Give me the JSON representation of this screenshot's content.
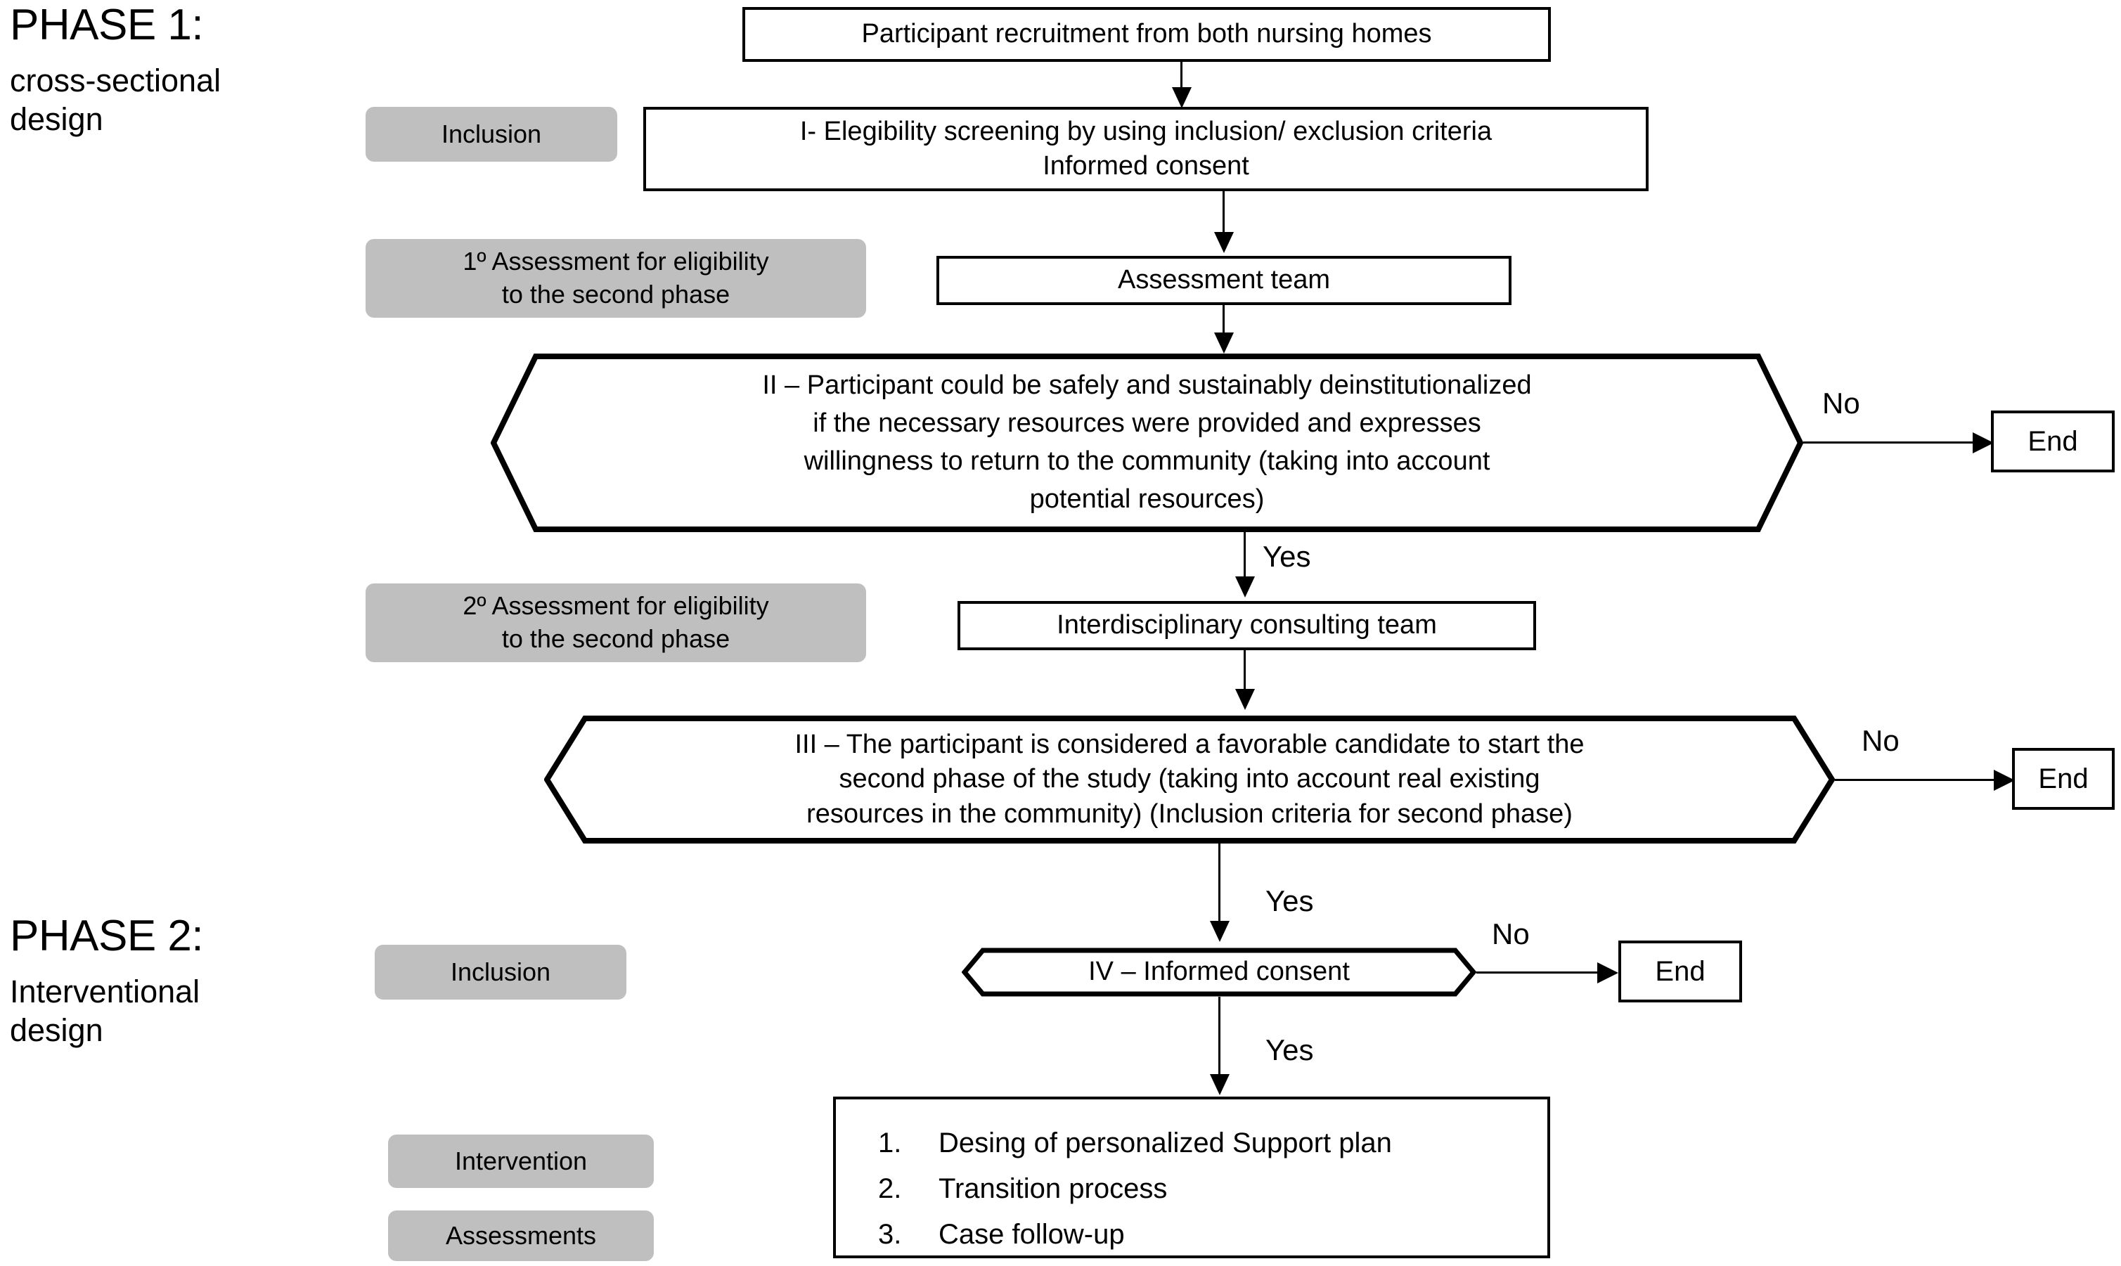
{
  "phases": [
    {
      "title": "PHASE 1:",
      "subtitle": "cross-sectional design"
    },
    {
      "title": "PHASE 2:",
      "subtitle": "Interventional design"
    }
  ],
  "role_labels": [
    {
      "id": "inclusion-1",
      "text": "Inclusion"
    },
    {
      "id": "assessment-1",
      "line1": "1º Assessment for eligibility",
      "line2": "to the  second phase"
    },
    {
      "id": "assessment-2",
      "line1": "2º Assessment for eligibility",
      "line2": "to the  second phase"
    },
    {
      "id": "inclusion-2",
      "text": "Inclusion"
    },
    {
      "id": "intervention",
      "text": "Intervention"
    },
    {
      "id": "assessments",
      "text": "Assessments"
    }
  ],
  "nodes": {
    "recruitment": "Participant recruitment from both nursing homes",
    "eligibility_screening": {
      "line1": "I- Elegibility screening by using inclusion/ exclusion criteria",
      "line2": "Informed consent"
    },
    "assessment_team": "Assessment team",
    "decision_ii": {
      "line1": "II – Participant could be safely and sustainably deinstitutionalized",
      "line2": "if the necessary resources were provided and expresses",
      "line3": "willingness to return to the community (taking into account",
      "line4": "potential resources)"
    },
    "interdisciplinary_team": "Interdisciplinary consulting team",
    "decision_iii": {
      "line1": "III – The participant is considered a favorable candidate to start the",
      "line2": "second phase of the study (taking into account real existing",
      "line3": "resources in the community) (Inclusion criteria for second phase)"
    },
    "decision_iv": "IV – Informed consent",
    "end_1": "End",
    "end_2": "End",
    "end_3": "End"
  },
  "edge_labels": {
    "no_1": "No",
    "yes_1": "Yes",
    "no_2": "No",
    "yes_2": "Yes",
    "no_3": "No",
    "yes_3": "Yes"
  },
  "intervention_steps": [
    {
      "num": "1.",
      "text": "Desing of personalized Support plan"
    },
    {
      "num": "2.",
      "text": "Transition process"
    },
    {
      "num": "3.",
      "text": "Case follow-up"
    }
  ],
  "colors": {
    "gray_label_fill": "#BFBFBF",
    "stroke": "#000000",
    "background": "#FFFFFF"
  }
}
